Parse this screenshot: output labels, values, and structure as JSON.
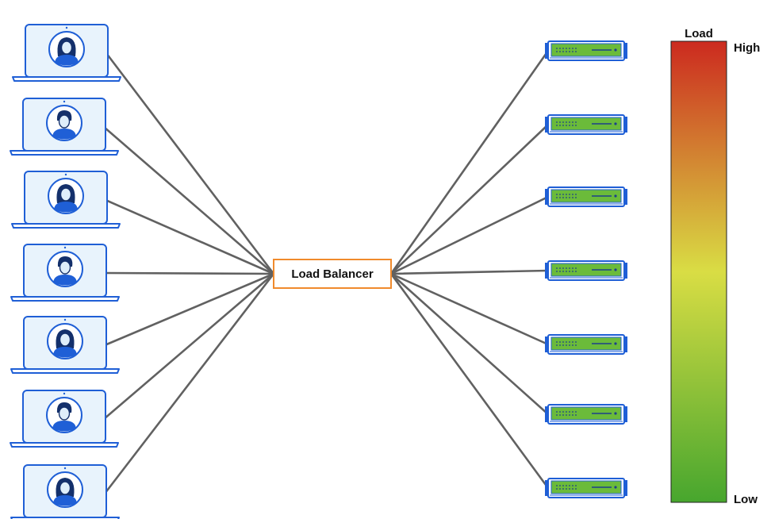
{
  "balancer": {
    "label": "Load Balancer"
  },
  "clients": [
    {
      "avatar": "female"
    },
    {
      "avatar": "male"
    },
    {
      "avatar": "female"
    },
    {
      "avatar": "male"
    },
    {
      "avatar": "female"
    },
    {
      "avatar": "male"
    },
    {
      "avatar": "female"
    }
  ],
  "servers": [
    {
      "load": "low"
    },
    {
      "load": "low"
    },
    {
      "load": "low"
    },
    {
      "load": "low"
    },
    {
      "load": "low"
    },
    {
      "load": "low"
    },
    {
      "load": "low"
    }
  ],
  "legend": {
    "title": "Load",
    "high_label": "High",
    "low_label": "Low",
    "gradient": [
      "#cc2a1f",
      "#d9dd44",
      "#47a62e"
    ]
  },
  "colors": {
    "laptop": "#1f5fd6",
    "laptop_screen": "#e8f3fc",
    "server_body": "#6bbb3a",
    "server_frame": "#1f5fd6",
    "connector": "#616161",
    "balancer_border": "#f08a2c"
  },
  "icons": {
    "client": "laptop-user-icon",
    "server": "server-rack-icon"
  }
}
